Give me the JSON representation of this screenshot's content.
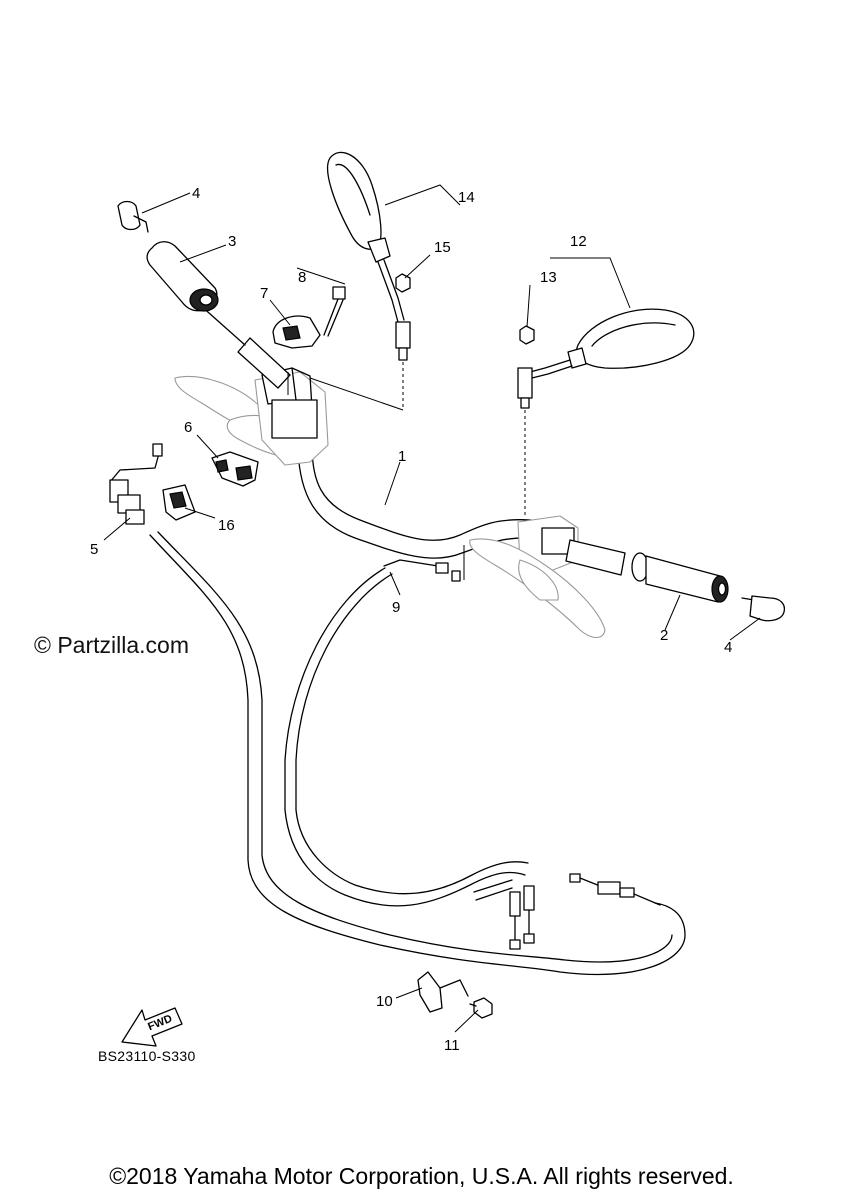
{
  "watermark": "© Partzilla.com",
  "diagram_code": "BS23110-S330",
  "copyright": "©2018 Yamaha Motor Corporation, U.S.A. All rights reserved.",
  "fwd_arrow_label": "FWD",
  "callouts": {
    "c1": "1",
    "c2": "2",
    "c3": "3",
    "c4a": "4",
    "c4b": "4",
    "c5": "5",
    "c6": "6",
    "c7": "7",
    "c8": "8",
    "c9": "9",
    "c10": "10",
    "c11": "11",
    "c12": "12",
    "c13": "13",
    "c14": "14",
    "c15": "15",
    "c16": "16"
  }
}
